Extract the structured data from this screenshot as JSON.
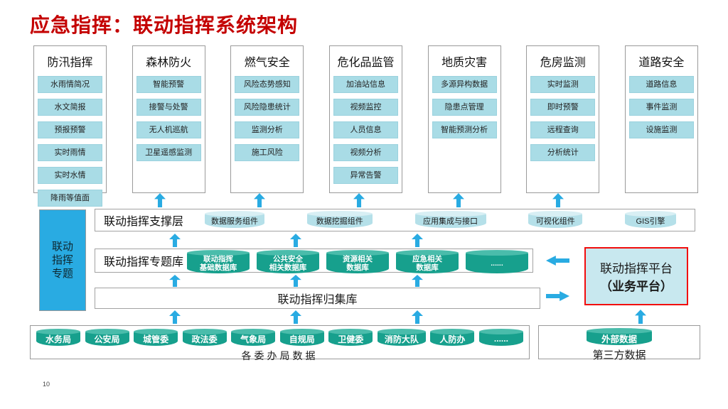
{
  "title": "应急指挥：联动指挥系统架构",
  "page_number": "10",
  "colors": {
    "title_red": "#C40000",
    "accent_blue": "#29ABE2",
    "teal_cylinder": "#17A08D",
    "light_cyan_item": "#A9DCE6",
    "platform_bg": "#C8E8EF",
    "platform_border": "#F10D0D"
  },
  "columns": [
    {
      "header": "防汛指挥",
      "items": [
        "水雨情简况",
        "水文简报",
        "预报预警",
        "实时雨情",
        "实时水情",
        "降雨等值面"
      ]
    },
    {
      "header": "森林防火",
      "items": [
        "智能预警",
        "接警与处警",
        "无人机巡航",
        "卫星遥感监测"
      ]
    },
    {
      "header": "燃气安全",
      "items": [
        "风险态势感知",
        "风险隐患统计",
        "监测分析",
        "施工风险"
      ]
    },
    {
      "header": "危化品监管",
      "items": [
        "加油站信息",
        "视频监控",
        "人员信息",
        "视频分析",
        "异常告警"
      ]
    },
    {
      "header": "地质灾害",
      "items": [
        "多源异构数据",
        "隐患点管理",
        "智能预测分析"
      ]
    },
    {
      "header": "危房监测",
      "items": [
        "实时监测",
        "即时预警",
        "远程查询",
        "分析统计"
      ]
    },
    {
      "header": "道路安全",
      "items": [
        "道路信息",
        "事件监测",
        "设施监测"
      ]
    }
  ],
  "sidebar": {
    "label": "联动\n指挥\n专题"
  },
  "support_layer": {
    "label": "联动指挥支撑层",
    "components": [
      "数据服务组件",
      "数据挖掘组件",
      "应用集成与接口",
      "可视化组件",
      "GIS引擎"
    ]
  },
  "theme_layer": {
    "label": "联动指挥专题库",
    "databases": [
      "联动指挥\n基础数据库",
      "公共安全\n相关数据库",
      "资源相关\n数据库",
      "应急相关\n数据库",
      "......"
    ]
  },
  "collection_layer": {
    "label": "联动指挥归集库"
  },
  "platform": {
    "line1": "联动指挥平台",
    "line2": "（业务平台）"
  },
  "bottom_left": {
    "cylinders": [
      "水务局",
      "公安局",
      "城管委",
      "政法委",
      "气象局",
      "自规局",
      "卫健委",
      "消防大队",
      "人防办",
      "......"
    ],
    "label": "各委办局数据"
  },
  "bottom_right": {
    "cylinder": "外部数据",
    "label": "第三方数据"
  }
}
